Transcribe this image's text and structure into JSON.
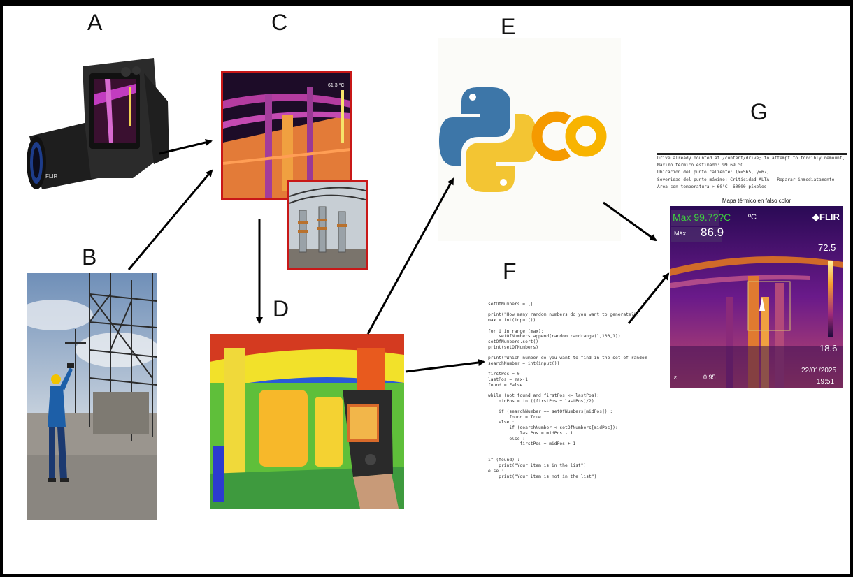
{
  "panel_letters": [
    "A",
    "B",
    "C",
    "D",
    "E",
    "F",
    "G"
  ],
  "panel_c": {
    "temperature": "61.3 °C"
  },
  "panel_e": {
    "logos": [
      "python-logo",
      "colab-logo"
    ],
    "colab_text": "CO"
  },
  "panel_f": {
    "code_lines": [
      "setOfNumbers = []",
      "",
      "print(\"How many random numbers do you want to generate?\")",
      "max = int(input())",
      "",
      "for i in range (max):",
      "    setOfNumbers.append(random.randrange(1,100,1))",
      "setOfNumbers.sort()",
      "print(setOfNumbers)",
      "",
      "print(\"Which number do you want to find in the set of random numbers\")",
      "searchNumber = int(input())",
      "",
      "firstPos = 0",
      "lastPos = max-1",
      "found = False",
      "",
      "while (not found and firstPos <= lastPos):",
      "    midPos = int((firstPos + lastPos)/2)",
      "",
      "    if (searchNumber == setOfNumbers[midPos]) :",
      "        found = True",
      "    else :",
      "        if (searchNumber < setOfNumbers[midPos]):",
      "            lastPos = midPos - 1",
      "        else :",
      "            firstPos = midPos + 1",
      "",
      "",
      "if (found) :",
      "    print(\"Your item is in the list\")",
      "else :",
      "    print(\"Your item is not in the list\")"
    ]
  },
  "panel_g": {
    "output_lines": [
      "Drive already mounted at /content/drive; to attempt to forcibly remount, call drive.",
      "Máximo térmico estimado: 99.69 °C",
      "Ubicación del punto caliente: (x=565, y=67)",
      "Severidad del punto máximo: Criticidad ALTA - Reparar inmediatamente",
      "Área con temperatura > 60°C: 60000 píxeles"
    ],
    "plot_title": "Mapa térmico en falso color",
    "overlay_max_label": "Máx.",
    "overlay_top_value": "Max 99.7??C",
    "overlay_unit": "ºC",
    "overlay_max_value": "86.9",
    "brand": "FLIR",
    "scale_top": "72.5",
    "scale_bottom": "18.6",
    "emissivity_label": "ε",
    "emissivity_value": "0.95",
    "date": "22/01/2025",
    "time": "19:51"
  },
  "colors": {
    "border": "#000000",
    "python_blue": "#3d76a8",
    "python_yellow": "#f3c533",
    "colab_orange": "#f59a00",
    "thermal_purple": "#4a1a6a",
    "thermal_orange": "#f28a2a",
    "panel_c_border": "#c81818",
    "code_keyword": "#1a7a1a",
    "code_string": "#1d4fb0",
    "flir_green": "#3ed23e"
  }
}
